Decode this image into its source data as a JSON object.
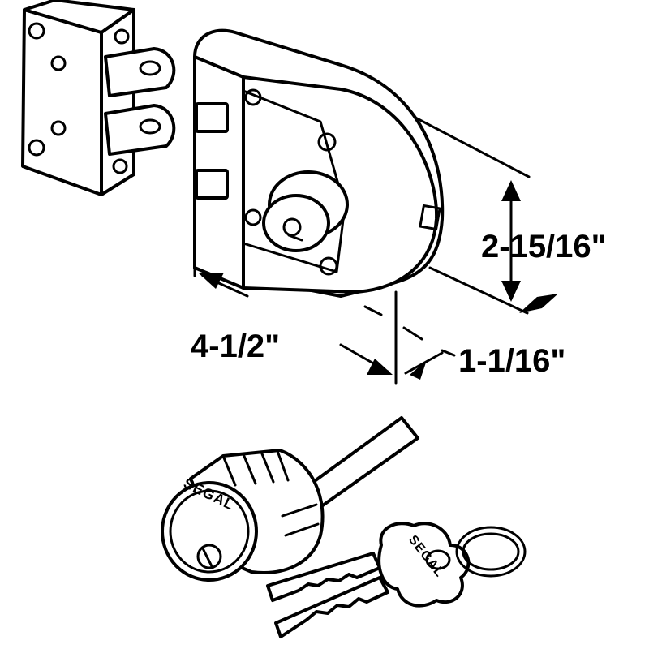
{
  "dimensions": {
    "width_label": "4-1/2\"",
    "height_label": "2-15/16\"",
    "depth_label": "1-1/16\""
  },
  "brand": {
    "cylinder_mark": "SEGAL",
    "key_mark": "SEGAL"
  }
}
